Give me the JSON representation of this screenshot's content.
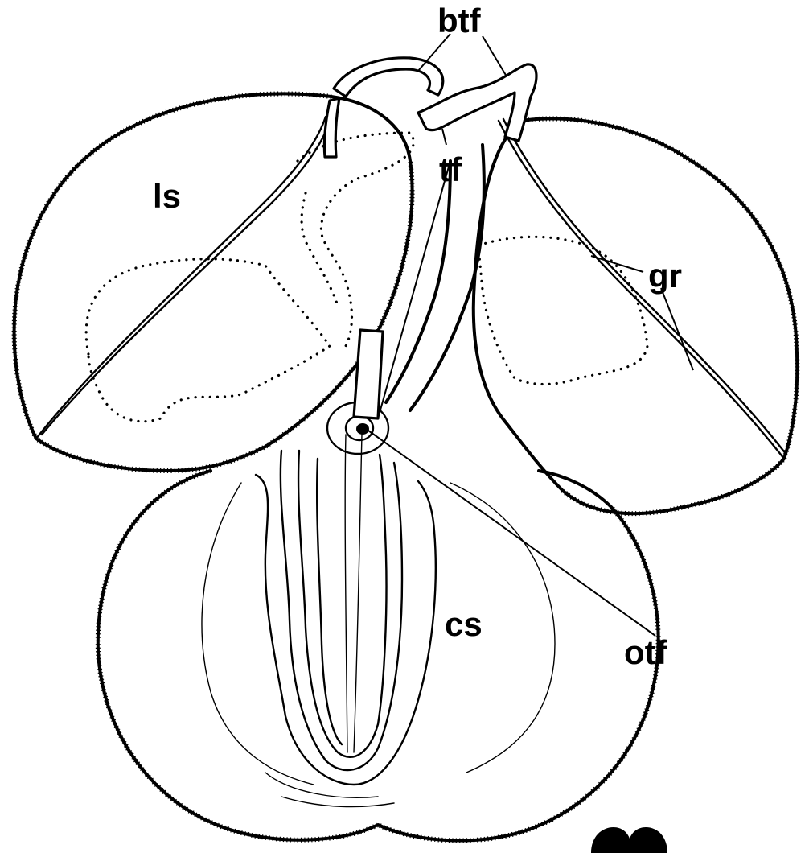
{
  "labels": {
    "btf": "btf",
    "tf": "tf",
    "ls": "ls",
    "gr": "gr",
    "otf": "otf",
    "cs": "cs"
  }
}
